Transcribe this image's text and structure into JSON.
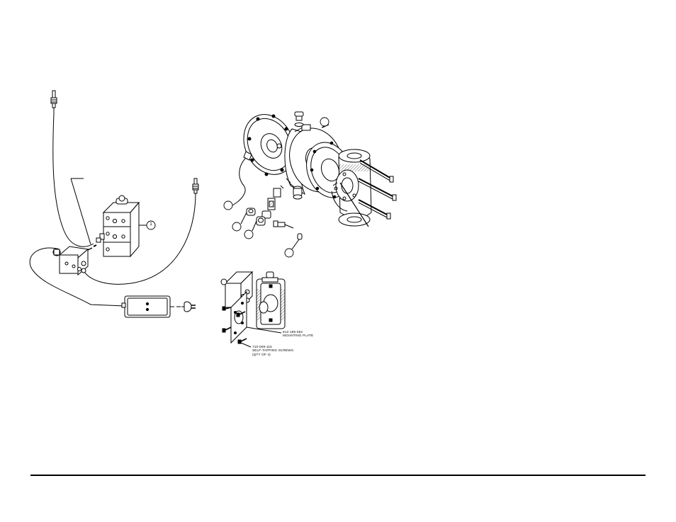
{
  "mounting_plate": {
    "part_number": "612-186-552",
    "name": "MOUNTING PLATE"
  },
  "screws": {
    "part_number": "710-009-115",
    "name": "SELF-TAPPING SCREWS",
    "qty": "(QTY OF 4)"
  },
  "callouts": {
    "controller_item": "1"
  }
}
